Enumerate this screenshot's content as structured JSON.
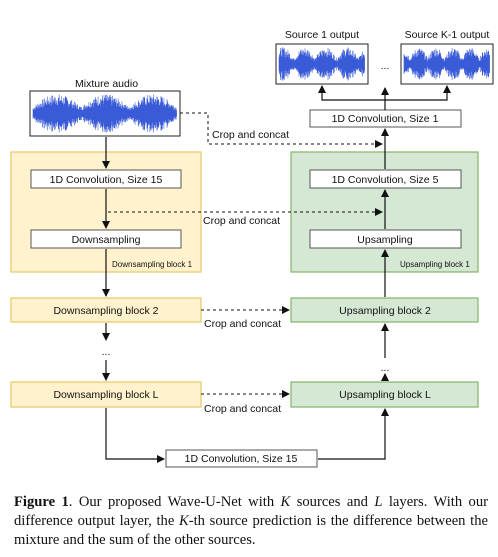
{
  "diagram": {
    "mixture_label": "Mixture audio",
    "source1_label": "Source 1 output",
    "sourceK1_label": "Source K-1 output",
    "ellipsis": "...",
    "conv_final": "1D Convolution, Size 1",
    "crop_concat": "Crop and concat",
    "down_block1": {
      "conv": "1D Convolution, Size 15",
      "down": "Downsampling",
      "title": "Downsampling block 1"
    },
    "up_block1": {
      "conv": "1D Convolution, Size 5",
      "up": "Upsampling",
      "title": "Upsampling block 1"
    },
    "down_block2": "Downsampling block 2",
    "up_block2": "Upsampling block 2",
    "down_blockL": "Downsampling block L",
    "up_blockL": "Upsampling block L",
    "bottom_conv": "1D Convolution, Size 15",
    "colors": {
      "down_fill": "#fff2cc",
      "down_stroke": "#e8c766",
      "up_fill": "#d5e8d4",
      "up_stroke": "#82b366",
      "wave": "#3a5bd8"
    }
  },
  "caption": {
    "figure_label": "Figure 1",
    "p1": ". Our proposed Wave-U-Net with ",
    "K1": "K",
    "p2": " sources and ",
    "L": "L",
    "p3": " layers. With our difference output layer, the ",
    "K2": "K",
    "p4": "-th source prediction is the difference between the mixture and the sum of the other sources."
  }
}
